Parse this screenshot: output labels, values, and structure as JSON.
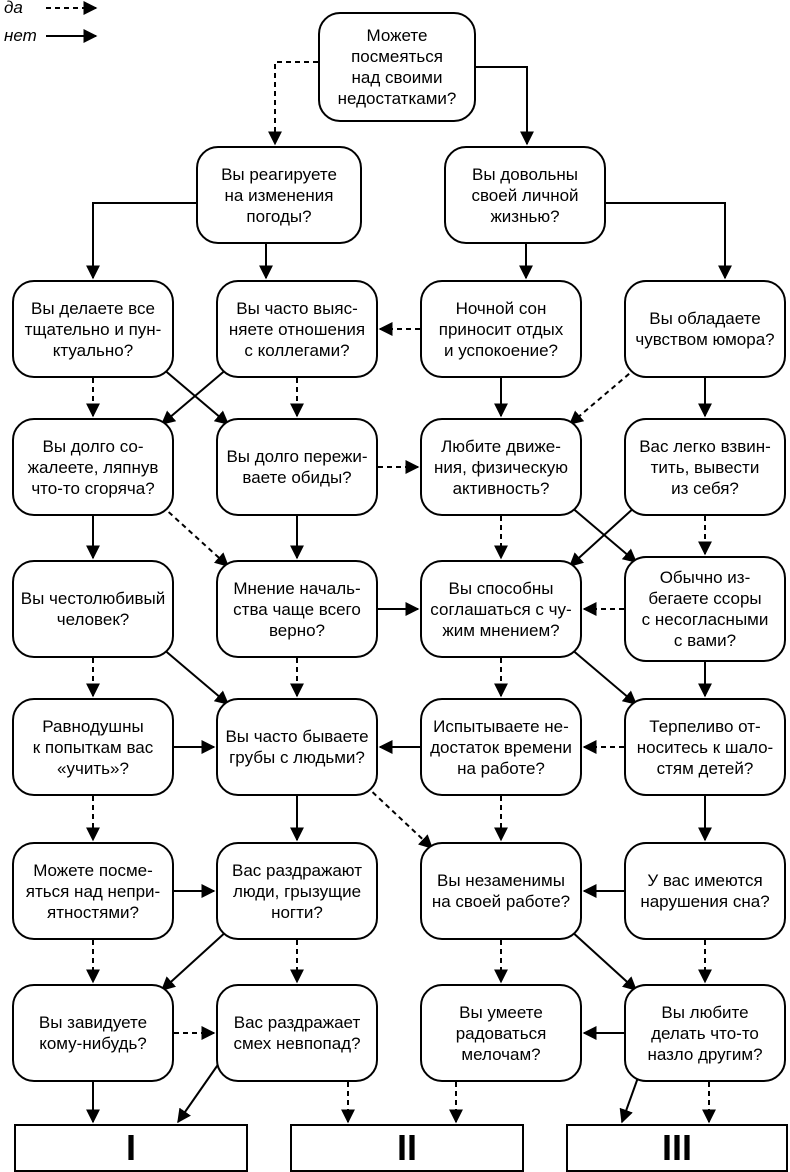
{
  "legend": {
    "yes": "да",
    "no": "нет"
  },
  "nodes": {
    "n1": "Можете\nпосмеяться\nнад своими\nнедостатками?",
    "n2": "Вы реагируете\nна изменения\nпогоды?",
    "n3": "Вы довольны\nсвоей личной\nжизнью?",
    "n4": "Вы делаете все\nтщательно и пун-\nктуально?",
    "n5": "Вы часто выяс-\nняете отношения\nс коллегами?",
    "n6": "Ночной сон\nприносит отдых\nи успокоение?",
    "n7": "Вы обладаете\nчувством юмора?",
    "n8": "Вы долго со-\nжалеете, ляпнув\nчто-то сгоряча?",
    "n9": "Вы долго пережи-\nваете обиды?",
    "n10": "Любите движе-\nния, физическую\nактивность?",
    "n11": "Вас легко взвин-\nтить, вывести\nиз себя?",
    "n12": "Вы честолюбивый\nчеловек?",
    "n13": "Мнение началь-\nства чаще всего\nверно?",
    "n14": "Вы способны\nсоглашаться с чу-\nжим мнением?",
    "n15": "Обычно из-\nбегаете ссоры\nс несогласными\nс вами?",
    "n16": "Равнодушны\nк попыткам вас\n«учить»?",
    "n17": "Вы часто бываете\nгрубы с людьми?",
    "n18": "Испытываете не-\nдостаток времени\nна работе?",
    "n19": "Терпеливо от-\nноситесь к шало-\nстям детей?",
    "n20": "Можете посме-\nяться над непри-\nятностями?",
    "n21": "Вас раздражают\nлюди, грызущие\nногти?",
    "n22": "Вы незаменимы\nна своей работе?",
    "n23": "У вас имеются\nнарушения сна?",
    "n24": "Вы завидуете\nкому-нибудь?",
    "n25": "Вас раздражает\nсмех невпопад?",
    "n26": "Вы умеете\nрадоваться\nмелочам?",
    "n27": "Вы любите\nделать что-то\nназло другим?"
  },
  "results": {
    "r1": "I",
    "r2": "II",
    "r3": "III"
  },
  "edges": [
    [
      "n1",
      "n2",
      "yes"
    ],
    [
      "n1",
      "n3",
      "no"
    ],
    [
      "n2",
      "n4",
      "no"
    ],
    [
      "n2",
      "n5",
      "no"
    ],
    [
      "n3",
      "n6",
      "no"
    ],
    [
      "n3",
      "n7",
      "no"
    ],
    [
      "n6",
      "n5",
      "yes"
    ],
    [
      "n4",
      "n8",
      "yes"
    ],
    [
      "n4",
      "n9",
      "no"
    ],
    [
      "n5",
      "n8",
      "no"
    ],
    [
      "n5",
      "n9",
      "yes"
    ],
    [
      "n6",
      "n10",
      "no"
    ],
    [
      "n7",
      "n10",
      "yes"
    ],
    [
      "n7",
      "n11",
      "no"
    ],
    [
      "n8",
      "n12",
      "no"
    ],
    [
      "n8",
      "n13",
      "yes"
    ],
    [
      "n9",
      "n10",
      "yes"
    ],
    [
      "n9",
      "n13",
      "no"
    ],
    [
      "n10",
      "n14",
      "yes"
    ],
    [
      "n10",
      "n15",
      "no"
    ],
    [
      "n11",
      "n14",
      "no"
    ],
    [
      "n11",
      "n15",
      "yes"
    ],
    [
      "n13",
      "n14",
      "no"
    ],
    [
      "n15",
      "n14",
      "yes"
    ],
    [
      "n12",
      "n16",
      "yes"
    ],
    [
      "n12",
      "n17",
      "no"
    ],
    [
      "n13",
      "n17",
      "yes"
    ],
    [
      "n14",
      "n18",
      "yes"
    ],
    [
      "n14",
      "n19",
      "no"
    ],
    [
      "n15",
      "n19",
      "no"
    ],
    [
      "n16",
      "n17",
      "no"
    ],
    [
      "n18",
      "n17",
      "no"
    ],
    [
      "n19",
      "n18",
      "yes"
    ],
    [
      "n16",
      "n20",
      "yes"
    ],
    [
      "n17",
      "n21",
      "no"
    ],
    [
      "n17",
      "n22",
      "yes"
    ],
    [
      "n18",
      "n22",
      "yes"
    ],
    [
      "n19",
      "n23",
      "no"
    ],
    [
      "n20",
      "n21",
      "no"
    ],
    [
      "n23",
      "n22",
      "no"
    ],
    [
      "n20",
      "n24",
      "yes"
    ],
    [
      "n21",
      "n24",
      "no"
    ],
    [
      "n21",
      "n25",
      "yes"
    ],
    [
      "n22",
      "n26",
      "yes"
    ],
    [
      "n22",
      "n27",
      "no"
    ],
    [
      "n23",
      "n27",
      "yes"
    ],
    [
      "n24",
      "n25",
      "yes"
    ],
    [
      "n27",
      "n26",
      "no"
    ],
    [
      "n24",
      "r1",
      "no"
    ],
    [
      "n25",
      "r1",
      "no"
    ],
    [
      "n25",
      "r2",
      "yes"
    ],
    [
      "n26",
      "r2",
      "yes"
    ],
    [
      "n27",
      "r3",
      "no"
    ],
    [
      "n27",
      "r3",
      "yes"
    ]
  ]
}
